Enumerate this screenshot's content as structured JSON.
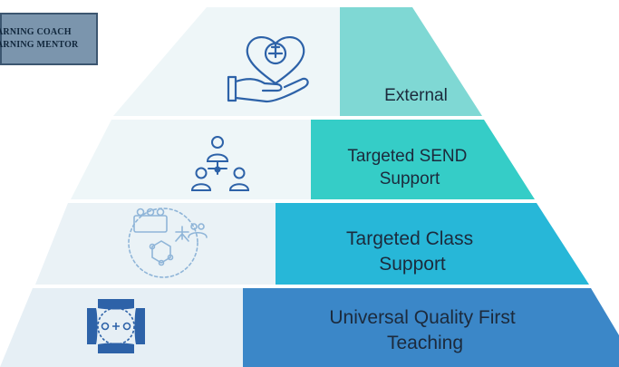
{
  "badge": {
    "line1": "ARNING COACH",
    "line2": "ARNING MENTOR"
  },
  "tiers": [
    {
      "label_lines": [
        "External"
      ],
      "icon": "heart-hand-icon"
    },
    {
      "label_lines": [
        "Targeted SEND",
        "Support"
      ],
      "icon": "user-network-icon"
    },
    {
      "label_lines": [
        "Targeted Class",
        "Support"
      ],
      "icon": "group-collaboration-icon"
    },
    {
      "label_lines": [
        "Universal Quality  First",
        "Teaching"
      ],
      "icon": "connected-people-icon"
    }
  ],
  "colors": {
    "tier1": "#7fd8d4",
    "tier2": "#35cdc7",
    "tier3": "#27b7d8",
    "tier4": "#3b87c8",
    "left_panel": "#eaf3f7",
    "icon_blue": "#2d62a8"
  }
}
